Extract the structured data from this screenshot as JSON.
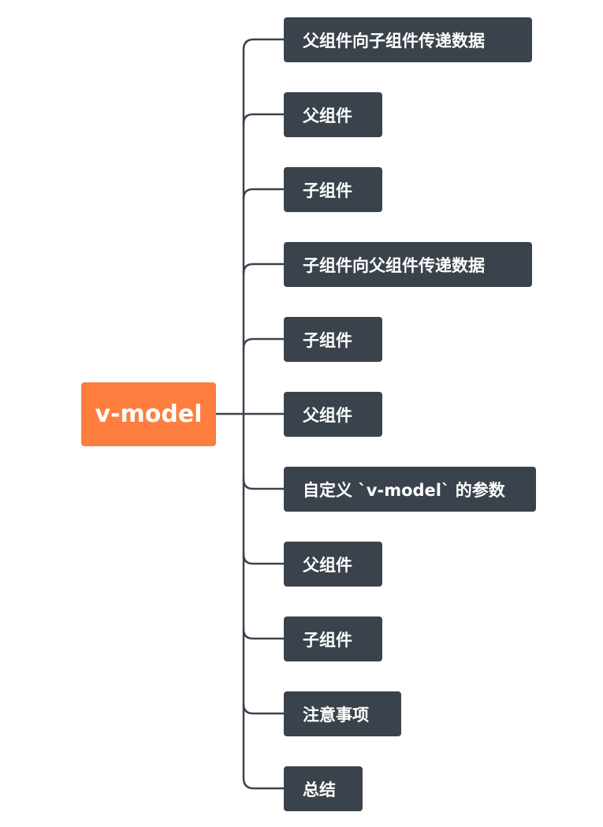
{
  "mindmap": {
    "root": {
      "label": "v-model",
      "color": "#fd7e3e"
    },
    "branch_color": "#3a434c",
    "line_color": "#3a434c",
    "children": [
      {
        "label": "父组件向子组件传递数据"
      },
      {
        "label": "父组件"
      },
      {
        "label": "子组件"
      },
      {
        "label": "子组件向父组件传递数据"
      },
      {
        "label": "子组件"
      },
      {
        "label": "父组件"
      },
      {
        "label": "自定义 `v-model` 的参数"
      },
      {
        "label": "父组件"
      },
      {
        "label": "子组件"
      },
      {
        "label": "注意事项"
      },
      {
        "label": "总结"
      }
    ]
  }
}
